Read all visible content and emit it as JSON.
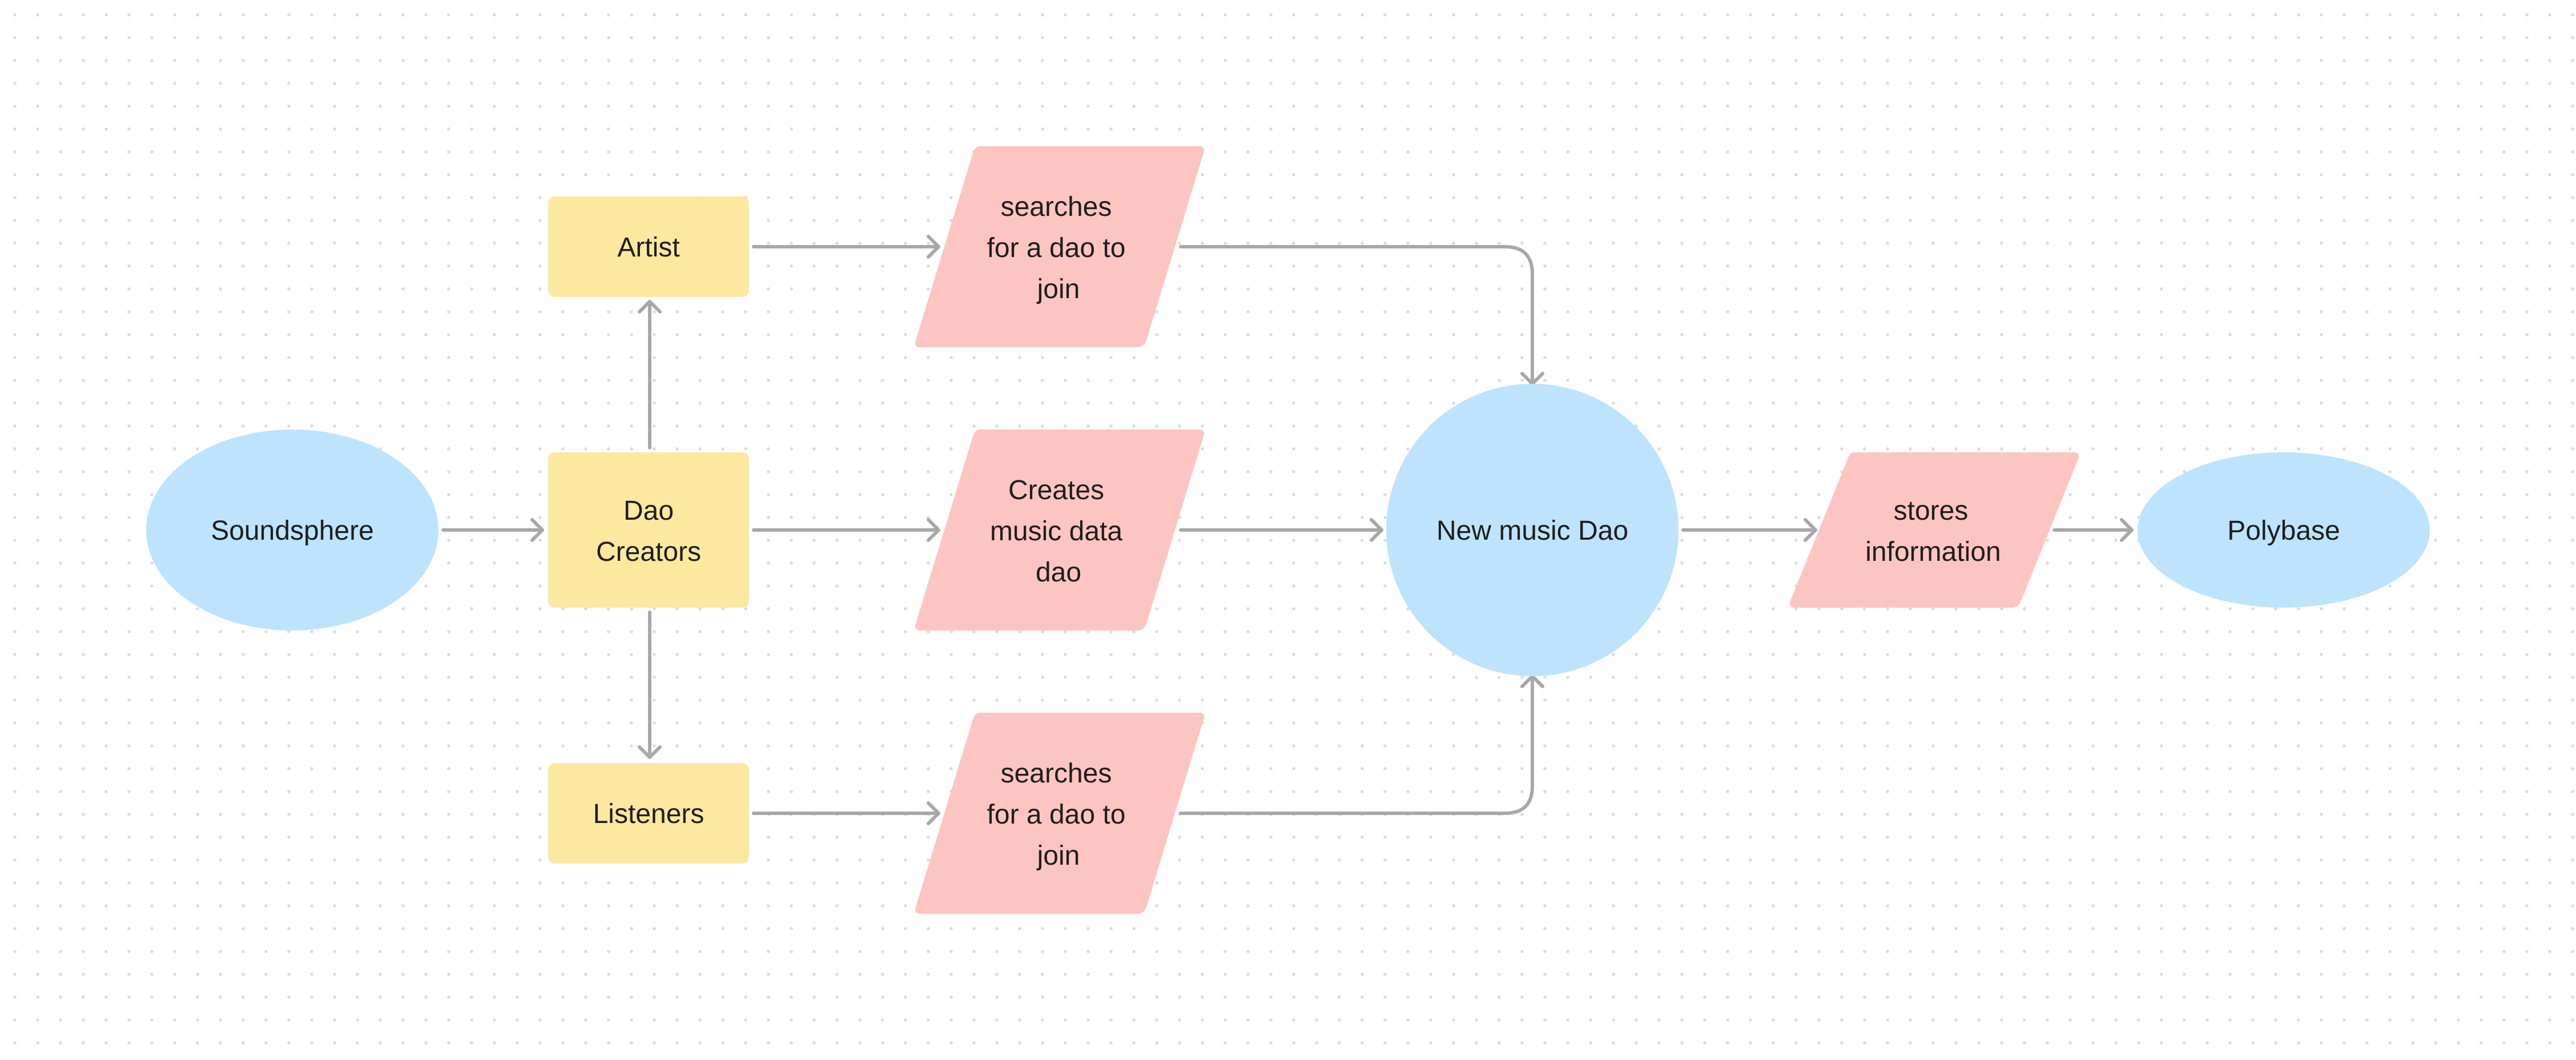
{
  "colors": {
    "ellipse_fill": "#bde3fd",
    "rect_fill": "#fde89f",
    "parallelogram_fill": "#fdc5c1",
    "connector": "#a8a8a8",
    "text": "#1e1e1e"
  },
  "nodes": {
    "soundsphere": {
      "shape": "ellipse",
      "lines": [
        "Soundsphere"
      ]
    },
    "artist": {
      "shape": "rectangle",
      "lines": [
        "Artist"
      ]
    },
    "dao_creators": {
      "shape": "rectangle",
      "lines": [
        "Dao",
        "Creators"
      ]
    },
    "listeners": {
      "shape": "rectangle",
      "lines": [
        "Listeners"
      ]
    },
    "search_top": {
      "shape": "parallelogram",
      "lines": [
        "searches",
        "for a dao to",
        "join"
      ]
    },
    "creates": {
      "shape": "parallelogram",
      "lines": [
        "Creates",
        "music data",
        "dao"
      ]
    },
    "search_bottom": {
      "shape": "parallelogram",
      "lines": [
        "searches",
        "for a dao to",
        "join"
      ]
    },
    "new_music_dao": {
      "shape": "circle",
      "lines": [
        "New music Dao"
      ]
    },
    "stores": {
      "shape": "parallelogram",
      "lines": [
        "stores",
        "information"
      ]
    },
    "polybase": {
      "shape": "ellipse",
      "lines": [
        "Polybase"
      ]
    }
  },
  "edges": [
    {
      "from": "soundsphere",
      "to": "dao_creators"
    },
    {
      "from": "dao_creators",
      "to": "artist"
    },
    {
      "from": "dao_creators",
      "to": "listeners"
    },
    {
      "from": "artist",
      "to": "search_top"
    },
    {
      "from": "dao_creators",
      "to": "creates"
    },
    {
      "from": "listeners",
      "to": "search_bottom"
    },
    {
      "from": "search_top",
      "to": "new_music_dao"
    },
    {
      "from": "creates",
      "to": "new_music_dao"
    },
    {
      "from": "search_bottom",
      "to": "new_music_dao"
    },
    {
      "from": "new_music_dao",
      "to": "stores"
    },
    {
      "from": "stores",
      "to": "polybase"
    }
  ]
}
